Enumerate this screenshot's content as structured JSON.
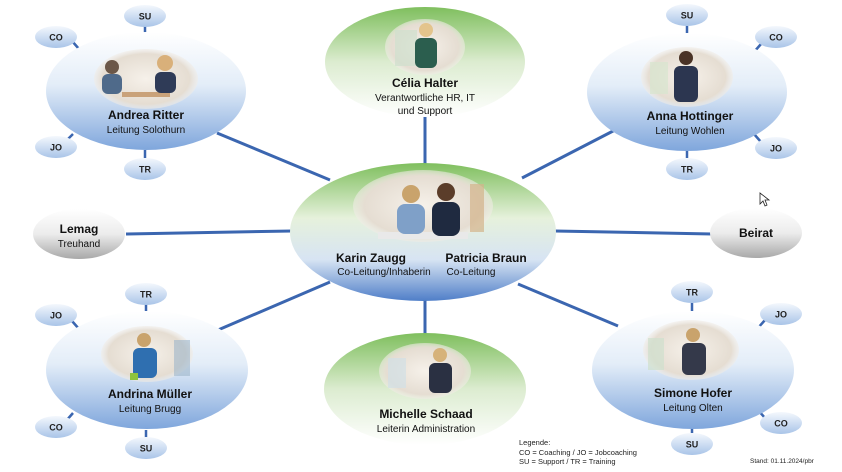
{
  "colors": {
    "blue_edge": "#3f6fb8",
    "blue_light": "#eef4fb",
    "green_light": "#f2f8ec",
    "green_dark": "#7bb75e",
    "gray_light": "#f4f4f4",
    "gray_dark": "#a9a9a9",
    "tag_fill": "#c5d8ef",
    "connector": "#3b66b0"
  },
  "center": {
    "person1_name": "Karin Zaugg",
    "person1_role": "Co-Leitung/Inhaberin",
    "person2_name": "Patricia Braun",
    "person2_role": "Co-Leitung"
  },
  "top": {
    "name": "Célia Halter",
    "role_line1": "Verantwortliche HR, IT",
    "role_line2": "und Support"
  },
  "bottom": {
    "name": "Michelle Schaad",
    "role": "Leiterin Administration"
  },
  "lemag": {
    "name": "Lemag",
    "sub": "Treuhand"
  },
  "beirat": {
    "name": "Beirat"
  },
  "branches": {
    "topleft": {
      "name": "Andrea Ritter",
      "role": "Leitung Solothurn",
      "tags": [
        "SU",
        "CO",
        "JO",
        "TR"
      ]
    },
    "topright": {
      "name": "Anna Hottinger",
      "role": "Leitung Wohlen",
      "tags": [
        "SU",
        "CO",
        "JO",
        "TR"
      ]
    },
    "bottomleft": {
      "name": "Andrina Müller",
      "role": "Leitung Brugg",
      "tags": [
        "TR",
        "JO",
        "CO",
        "SU"
      ]
    },
    "bottomright": {
      "name": "Simone Hofer",
      "role": "Leitung Olten",
      "tags": [
        "TR",
        "JO",
        "CO",
        "SU"
      ]
    }
  },
  "legend": {
    "title": "Legende:",
    "line1": "CO = Coaching / JO = Jobcoaching",
    "line2": "SU = Support / TR = Training"
  },
  "stand": "Stand: 01.11.2024/pbr"
}
